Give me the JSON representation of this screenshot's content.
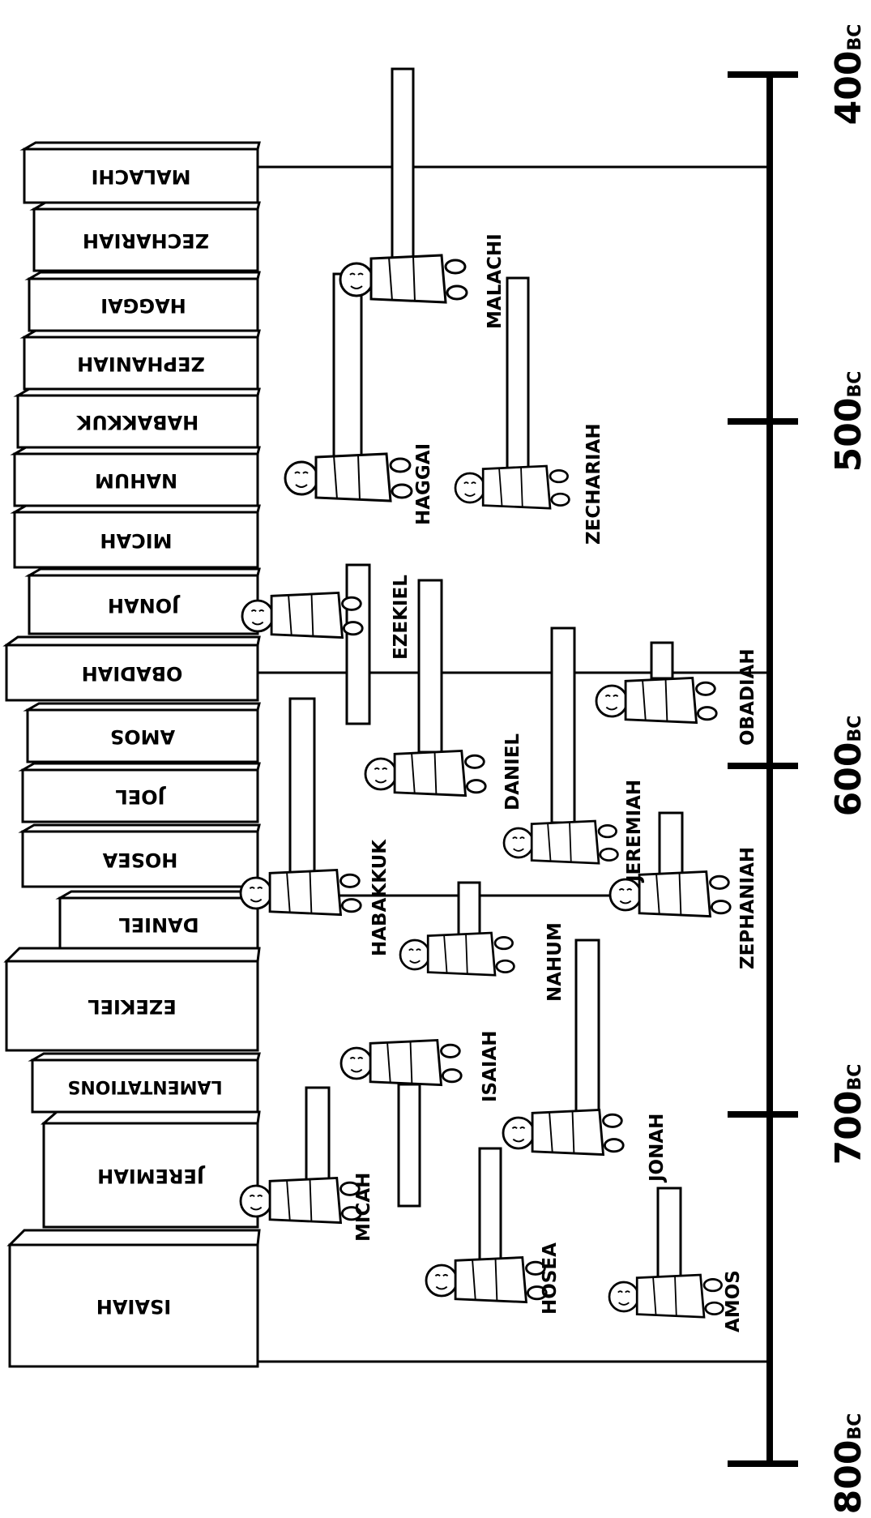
{
  "timeline": {
    "labels": [
      {
        "year": "400",
        "suffix": "BC"
      },
      {
        "year": "500",
        "suffix": "BC"
      },
      {
        "year": "600",
        "suffix": "BC"
      },
      {
        "year": "700",
        "suffix": "BC"
      },
      {
        "year": "800",
        "suffix": "BC"
      }
    ]
  },
  "books": [
    "MALACHI",
    "ZECHARIAH",
    "HAGGAI",
    "ZEPHANIAH",
    "HABAKKUK",
    "NAHUM",
    "MICAH",
    "JONAH",
    "OBADIAH",
    "AMOS",
    "JOEL",
    "HOSEA",
    "DANIEL",
    "EZEKIEL",
    "LAMENTATIONS",
    "JEREMIAH",
    "ISAIAH"
  ],
  "prophets": [
    "MALACHI",
    "HAGGAI",
    "ZECHARIAH",
    "EZEKIEL",
    "OBADIAH",
    "DANIEL",
    "JEREMIAH",
    "HABAKKUK",
    "ZEPHANIAH",
    "NAHUM",
    "ISAIAH",
    "JONAH",
    "MICAH",
    "HOSEA",
    "AMOS"
  ],
  "colors": {
    "ink": "#000000",
    "paper": "#ffffff",
    "fill": "#f3f3f3"
  }
}
